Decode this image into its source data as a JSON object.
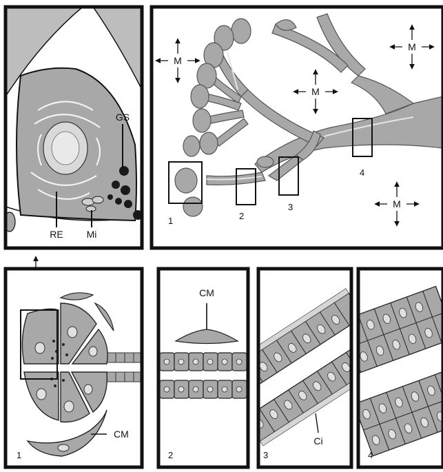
{
  "cell_detail": {
    "labels": {
      "gs": "GS",
      "re": "RE",
      "mi": "Mi"
    }
  },
  "gland_tree": {
    "region_numbers": [
      "1",
      "2",
      "3",
      "4"
    ],
    "myoepithelial_symbol": "M"
  },
  "bottom_panels": {
    "acinus": {
      "number": "1",
      "label": "CM"
    },
    "intercalated_duct": {
      "number": "2",
      "label": "CM"
    },
    "striated_duct": {
      "number": "3",
      "label": "Ci"
    },
    "excretory_duct": {
      "number": "4"
    }
  },
  "colors": {
    "tissue": "#a8a8a8",
    "tissue_dark": "#8f8f8f",
    "outline": "#111111",
    "granule": "#1a1a1a"
  }
}
